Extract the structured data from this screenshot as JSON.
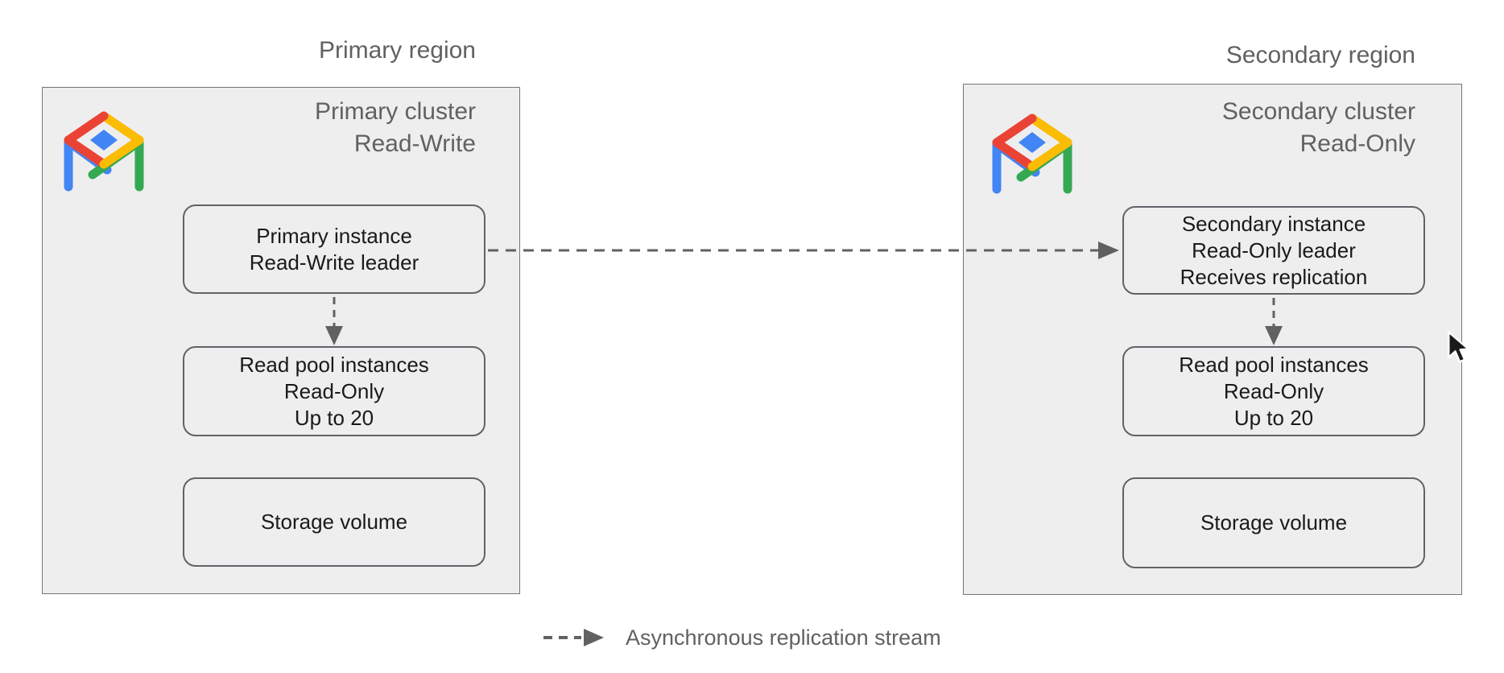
{
  "diagram": {
    "legend": {
      "label": "Asynchronous replication stream"
    },
    "regions": [
      {
        "id": "primary",
        "title": "Primary region",
        "cluster": {
          "heading_line1": "Primary cluster",
          "heading_line2": "Read-Write",
          "icon": "alloydb-icon"
        },
        "nodes": [
          {
            "id": "primary-instance",
            "lines": [
              "Primary instance",
              "Read-Write leader"
            ]
          },
          {
            "id": "read-pool",
            "lines": [
              "Read pool instances",
              "Read-Only",
              "Up to 20"
            ]
          },
          {
            "id": "storage-volume",
            "lines": [
              "Storage volume"
            ]
          }
        ]
      },
      {
        "id": "secondary",
        "title": "Secondary region",
        "cluster": {
          "heading_line1": "Secondary cluster",
          "heading_line2": "Read-Only",
          "icon": "alloydb-icon"
        },
        "nodes": [
          {
            "id": "secondary-instance",
            "lines": [
              "Secondary instance",
              "Read-Only leader",
              "Receives replication"
            ]
          },
          {
            "id": "read-pool",
            "lines": [
              "Read pool instances",
              "Read-Only",
              "Up to 20"
            ]
          },
          {
            "id": "storage-volume",
            "lines": [
              "Storage volume"
            ]
          }
        ]
      }
    ],
    "connections": [
      {
        "from": "primary-instance",
        "to": "secondary-instance",
        "style": "dashed",
        "meaning": "asynchronous replication stream"
      },
      {
        "from": "primary-instance",
        "to": "primary read-pool",
        "style": "dashed"
      },
      {
        "from": "secondary-instance",
        "to": "secondary read-pool",
        "style": "dashed"
      }
    ],
    "colors": {
      "box_fill": "#eeeeee",
      "outer_border": "#757575",
      "inner_border": "#5f6368",
      "gray_text": "#616161",
      "dark_text": "#1a1a1a",
      "arrow": "#616161",
      "icon_red": "#EA4335",
      "icon_yellow": "#FBBC04",
      "icon_green": "#34A853",
      "icon_blue": "#4285F4"
    }
  }
}
